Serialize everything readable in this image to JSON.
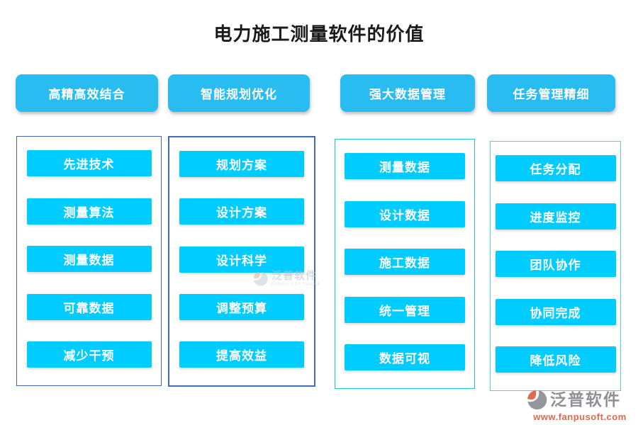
{
  "title": "电力施工测量软件的价值",
  "columns": [
    {
      "header": "高精高效结合",
      "items": [
        "先进技术",
        "测量算法",
        "测量数据",
        "可靠数据",
        "减少干预"
      ]
    },
    {
      "header": "智能规划优化",
      "items": [
        "规划方案",
        "设计方案",
        "设计科学",
        "调整预算",
        "提高效益"
      ]
    },
    {
      "header": "强大数据管理",
      "items": [
        "测量数据",
        "设计数据",
        "施工数据",
        "统一管理",
        "数据可视"
      ]
    },
    {
      "header": "任务管理精细",
      "items": [
        "任务分配",
        "进度监控",
        "团队协作",
        "协同完成",
        "降低风险"
      ]
    }
  ],
  "watermark": {
    "name": "泛普软件",
    "subtitle": "FANPU SOFTWARE"
  },
  "footer": {
    "name": "泛普软件",
    "url": "www.fanpusoft.com"
  },
  "colors": {
    "header_button": "#29BCF0",
    "item_button": "#00CCFF",
    "box_border_blue": "#4566C2",
    "box_border_teal": "#1CC6CF",
    "box_border_cyan": "#49D2F3",
    "button_text": "#FFFFFF",
    "title_text": "#1A1A1A",
    "footer_url": "#E2694B",
    "footer_name": "#8F8F96"
  }
}
